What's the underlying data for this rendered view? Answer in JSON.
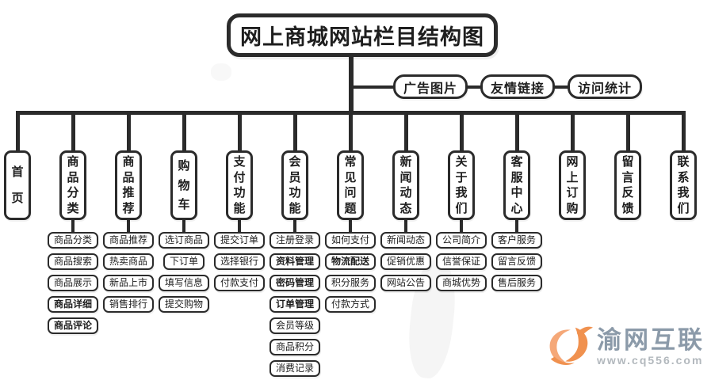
{
  "title": "网上商城网站栏目结构图",
  "top_links": [
    {
      "label": "广告图片"
    },
    {
      "label": "友情链接"
    },
    {
      "label": "访问统计"
    }
  ],
  "columns": [
    {
      "label": "首页",
      "children": []
    },
    {
      "label": "商品分类",
      "children": [
        {
          "text": "商品分类",
          "bold": false
        },
        {
          "text": "商品搜索",
          "bold": false
        },
        {
          "text": "商品展示",
          "bold": false
        },
        {
          "text": "商品详细",
          "bold": true
        },
        {
          "text": "商品评论",
          "bold": true
        }
      ]
    },
    {
      "label": "商品推荐",
      "children": [
        {
          "text": "商品推荐",
          "bold": false
        },
        {
          "text": "热卖商品",
          "bold": false
        },
        {
          "text": "新品上市",
          "bold": false
        },
        {
          "text": "销售排行",
          "bold": false
        }
      ]
    },
    {
      "label": "购物车",
      "children": [
        {
          "text": "选订商品",
          "bold": false
        },
        {
          "text": "下订单",
          "bold": false
        },
        {
          "text": "填写信息",
          "bold": false
        },
        {
          "text": "提交购物",
          "bold": false
        }
      ]
    },
    {
      "label": "支付功能",
      "children": [
        {
          "text": "提交订单",
          "bold": false
        },
        {
          "text": "选择银行",
          "bold": false
        },
        {
          "text": "付款支付",
          "bold": false
        }
      ]
    },
    {
      "label": "会员功能",
      "children": [
        {
          "text": "注册登录",
          "bold": false
        },
        {
          "text": "资料管理",
          "bold": true
        },
        {
          "text": "密码管理",
          "bold": true
        },
        {
          "text": "订单管理",
          "bold": true
        },
        {
          "text": "会员等级",
          "bold": false
        },
        {
          "text": "商品积分",
          "bold": false
        },
        {
          "text": "消费记录",
          "bold": false
        }
      ]
    },
    {
      "label": "常见问题",
      "children": [
        {
          "text": "如何支付",
          "bold": false
        },
        {
          "text": "物流配送",
          "bold": true
        },
        {
          "text": "积分服务",
          "bold": false
        },
        {
          "text": "付款方式",
          "bold": false
        }
      ]
    },
    {
      "label": "新闻动态",
      "children": [
        {
          "text": "新闻动态",
          "bold": false
        },
        {
          "text": "促销优惠",
          "bold": false
        },
        {
          "text": "网站公告",
          "bold": false
        }
      ]
    },
    {
      "label": "关于我们",
      "children": [
        {
          "text": "公司简介",
          "bold": false
        },
        {
          "text": "信誉保证",
          "bold": false
        },
        {
          "text": "商城优势",
          "bold": false
        }
      ]
    },
    {
      "label": "客服中心",
      "children": [
        {
          "text": "客户服务",
          "bold": false
        },
        {
          "text": "留言反馈",
          "bold": false
        },
        {
          "text": "售后服务",
          "bold": false
        }
      ]
    },
    {
      "label": "网上订购",
      "children": []
    },
    {
      "label": "留言反馈",
      "children": []
    },
    {
      "label": "联系我们",
      "children": []
    }
  ],
  "watermark": {
    "brand": "渝网互联",
    "url": "www.cq556.com"
  },
  "colors": {
    "line": "#2b2b2b",
    "logo_orange": "#f0914f",
    "logo_orange_light": "#f5a878",
    "brand_text": "#8b9aa9",
    "url_text": "#b2b8bd"
  }
}
